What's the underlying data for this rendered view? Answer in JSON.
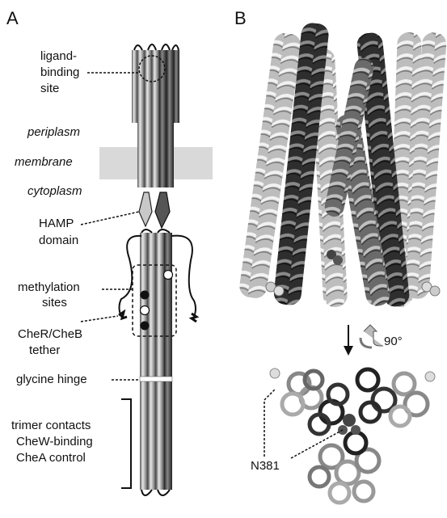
{
  "panel_a": {
    "letter": "A",
    "labels": {
      "ligand_binding_site": [
        "ligand-",
        "binding",
        "site"
      ],
      "periplasm": "periplasm",
      "membrane": "membrane",
      "cytoplasm": "cytoplasm",
      "hamp_domain": [
        "HAMP",
        "domain"
      ],
      "methylation_sites": [
        "methylation",
        "sites"
      ],
      "cher_cheb_tether": [
        "CheR/CheB",
        "tether"
      ],
      "glycine_hinge": "glycine hinge",
      "trimer_contacts": [
        "trimer contacts",
        "CheW-binding",
        "CheA control"
      ]
    }
  },
  "panel_b": {
    "letter": "B",
    "rotation": "90°",
    "residue_label": "N381"
  }
}
